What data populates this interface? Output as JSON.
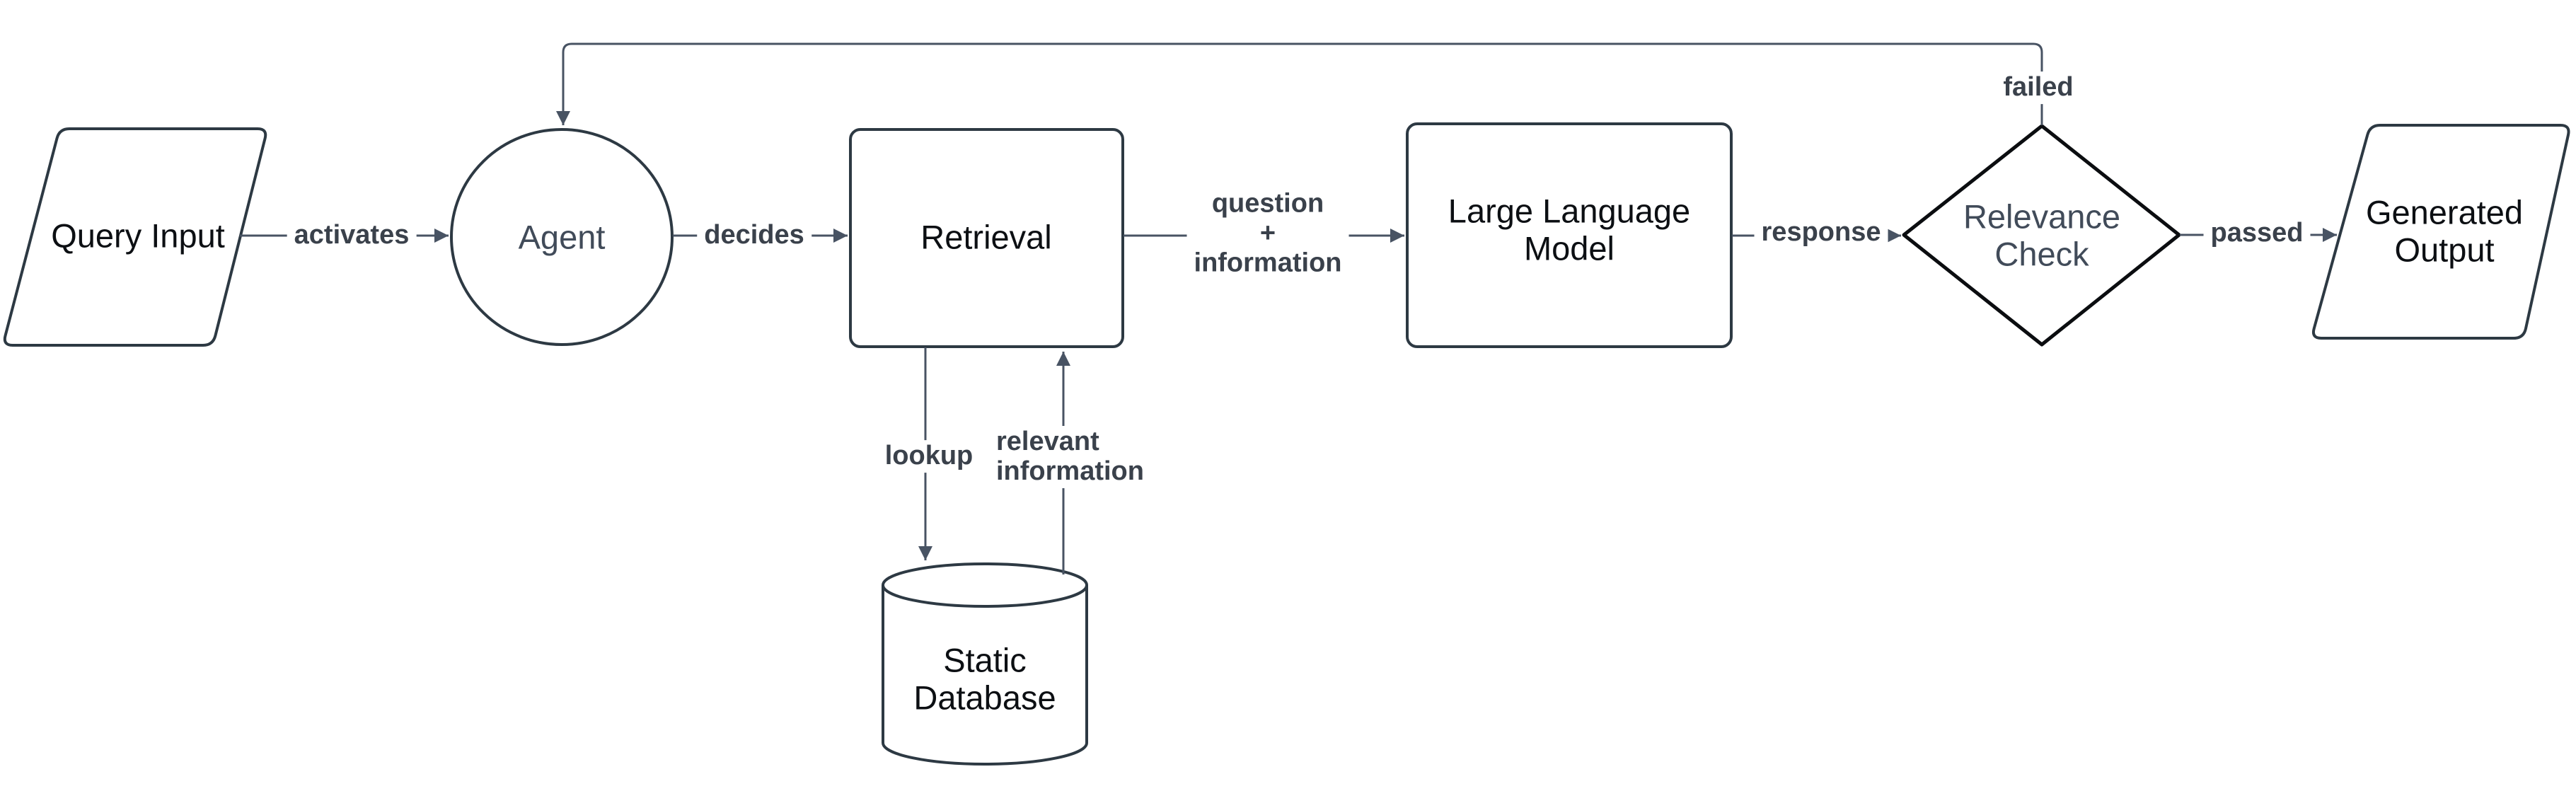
{
  "diagram": {
    "nodes": {
      "query_input": {
        "label": "Query Input",
        "shape": "parallelogram"
      },
      "agent": {
        "label": "Agent",
        "shape": "circle"
      },
      "retrieval": {
        "label": "Retrieval",
        "shape": "rounded-rectangle"
      },
      "static_database": {
        "label": "Static\nDatabase",
        "shape": "cylinder"
      },
      "llm": {
        "label": "Large Language\nModel",
        "shape": "rounded-rectangle"
      },
      "relevance_check": {
        "label": "Relevance\nCheck",
        "shape": "diamond"
      },
      "generated_output": {
        "label": "Generated\nOutput",
        "shape": "parallelogram"
      }
    },
    "edges": {
      "activates": {
        "label": "activates",
        "from": "query_input",
        "to": "agent"
      },
      "decides": {
        "label": "decides",
        "from": "agent",
        "to": "retrieval"
      },
      "question_information": {
        "label": "question\n+\ninformation",
        "from": "retrieval",
        "to": "llm"
      },
      "response": {
        "label": "response",
        "from": "llm",
        "to": "relevance_check"
      },
      "passed": {
        "label": "passed",
        "from": "relevance_check",
        "to": "generated_output"
      },
      "failed": {
        "label": "failed",
        "from": "relevance_check",
        "to": "agent"
      },
      "lookup": {
        "label": "lookup",
        "from": "retrieval",
        "to": "static_database"
      },
      "relevant_information": {
        "label": "relevant\ninformation",
        "from": "static_database",
        "to": "retrieval"
      }
    },
    "colors": {
      "background": "#ffffff",
      "node_stroke": "#2d3943",
      "diamond_stroke": "#0b0d10",
      "edge_stroke": "#485363",
      "edge_label_text": "#3a414b",
      "node_text": "#0c0f13",
      "accent_node_text": "#414b59",
      "node_fill": "#ffffff"
    }
  }
}
